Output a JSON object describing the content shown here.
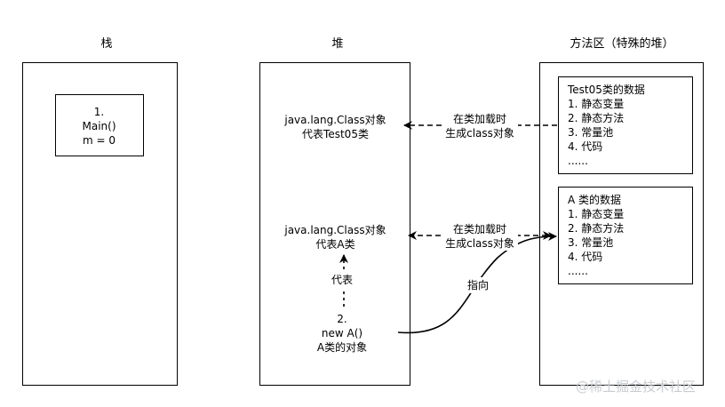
{
  "headers": {
    "stack": "栈",
    "heap": "堆",
    "method_area": "方法区（特殊的堆）"
  },
  "stack": {
    "frame_lines": [
      "1.",
      "Main()",
      "m = 0"
    ]
  },
  "heap": {
    "class_obj_test05": [
      "java.lang.Class对象",
      "代表Test05类"
    ],
    "class_obj_a": [
      "java.lang.Class对象",
      "代表A类"
    ],
    "represents_label": "代表",
    "instance_lines": [
      "2.",
      "new A()",
      "A类的对象"
    ]
  },
  "method_area": {
    "test05_data": [
      "Test05类的数据",
      "1. 静态变量",
      "2. 静态方法",
      "3. 常量池",
      "4. 代码",
      "......"
    ],
    "a_data": [
      "A 类的数据",
      "1. 静态变量",
      "2. 静态方法",
      "3. 常量池",
      "4. 代码",
      "......"
    ]
  },
  "arrows": {
    "load_label_1": [
      "在类加载时",
      "生成class对象"
    ],
    "load_label_2": [
      "在类加载时",
      "生成class对象"
    ],
    "points_to": "指向"
  },
  "watermark": "@稀土掘金技术社区"
}
